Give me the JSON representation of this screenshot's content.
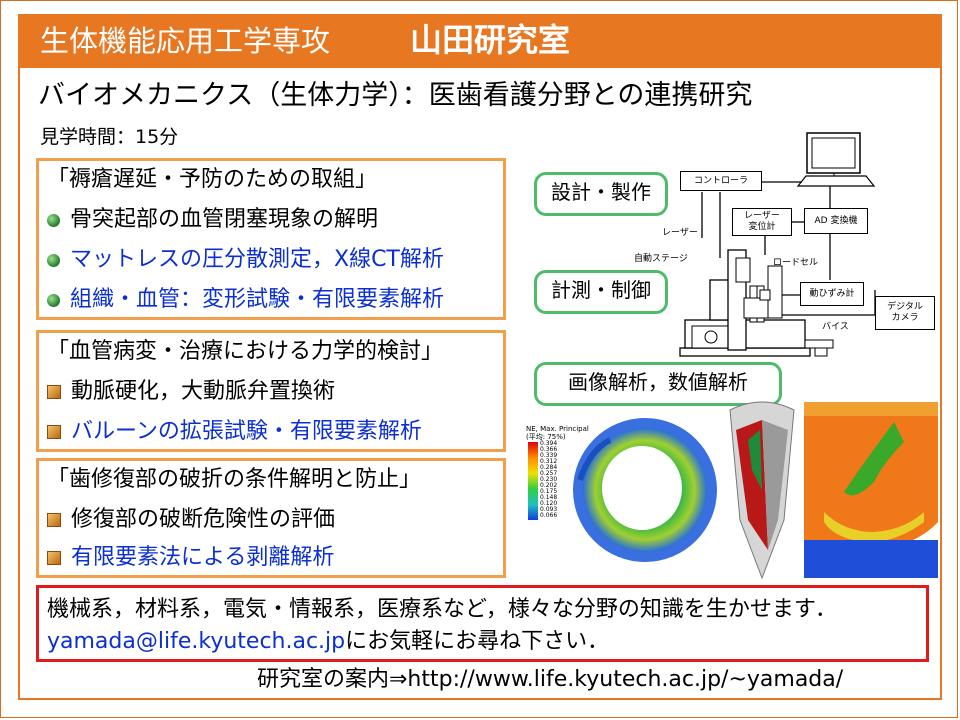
{
  "header": {
    "department": "生体機能応用工学専攻",
    "lab": "山田研究室"
  },
  "subtitle": "バイオメカニクス（生体力学）：医歯看護分野との連携研究",
  "visit_time": "見学時間：15分",
  "topics": [
    {
      "heading": "「褥瘡遅延・予防のための取組」",
      "items": [
        {
          "text": "骨突起部の血管閉塞現象の解明",
          "color": "#000000"
        },
        {
          "text": "マットレスの圧分散測定，X線CT解析",
          "color": "#0b2fd0"
        },
        {
          "text": "組織・血管：変形試験・有限要素解析",
          "color": "#0b2fd0"
        }
      ]
    },
    {
      "heading": "「血管病変・治療における力学的検討」",
      "items": [
        {
          "text": "動脈硬化，大動脈弁置換術",
          "color": "#000000"
        },
        {
          "text": "バルーンの拡張試験・有限要素解析",
          "color": "#0b2fd0"
        }
      ]
    },
    {
      "heading": "「歯修復部の破折の条件解明と防止」",
      "items": [
        {
          "text": "修復部の破断危険性の評価",
          "color": "#000000"
        },
        {
          "text": "有限要素法による剥離解析",
          "color": "#0b2fd0"
        }
      ]
    }
  ],
  "callouts": {
    "design": "設計・製作",
    "measure": "計測・制御",
    "analysis": "画像解析，数値解析"
  },
  "apparatus_labels": {
    "controller": "コントローラ",
    "laser_meter": "レーザー\n変位計",
    "ad_converter": "AD 変換機",
    "laser": "レーザー",
    "auto_stage": "自動ステージ",
    "load_cell": "ロードセル",
    "strain_meter": "動ひずみ計",
    "digital_camera": "デジタル\nカメラ",
    "vise": "バイス"
  },
  "fem_legend": {
    "title": "NE, Max. Principal",
    "subtitle": "(平均: 75%)",
    "values": [
      "0.394",
      "0.366",
      "0.339",
      "0.312",
      "0.284",
      "0.257",
      "0.230",
      "0.202",
      "0.175",
      "0.148",
      "0.120",
      "0.093",
      "0.066"
    ]
  },
  "footer": {
    "line1": "機械系，材料系，電気・情報系，医療系など，様々な分野の知識を生かせます．",
    "email": "yamada@life.kyutech.ac.jp",
    "line2_rest": "にお気軽にお尋ね下さい．",
    "guide": "研究室の案内⇒http://www.life.kyutech.ac.jp/~yamada/"
  },
  "colors": {
    "orange": "#e87722",
    "blue_text": "#0b2fd0",
    "red_border": "#e01b1b",
    "green_border": "#4dbb6a"
  }
}
